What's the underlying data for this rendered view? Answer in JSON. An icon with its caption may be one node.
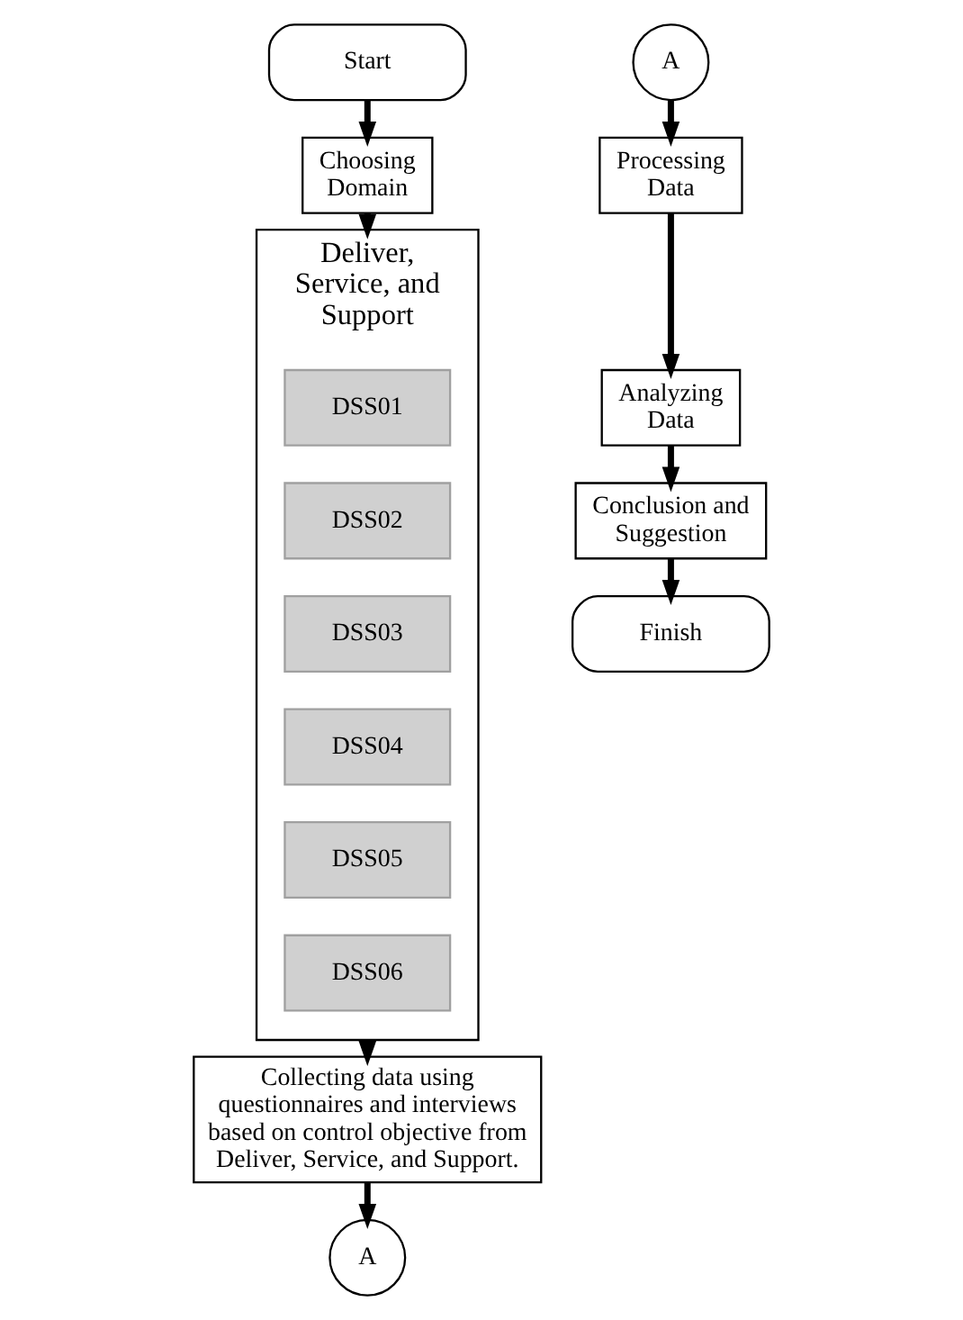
{
  "diagram": {
    "nodes": [
      {
        "text": [
          "Start"
        ]
      },
      {
        "text": [
          "Choosing Domain"
        ]
      },
      {
        "text": [
          "Deliver, Service, and Support"
        ]
      },
      {
        "text": [
          "DSS01"
        ],
        "in": 2
      },
      {
        "text": [
          "DSS02"
        ],
        "in": 2
      },
      {
        "text": [
          "DSS03"
        ],
        "in": 2
      },
      {
        "text": [
          "DSS04"
        ],
        "in": 2
      },
      {
        "text": [
          "DSS05"
        ],
        "in": 2
      },
      {
        "text": [
          "DSS06"
        ],
        "in": 2
      },
      {
        "text": [
          "Collecting data using questionnaires and interviews based on control objective from Deliver, Service, and Support."
        ]
      },
      {
        "text": [
          "A"
        ]
      },
      {
        "text": [
          "A"
        ]
      },
      {
        "text": [
          "Processing Data"
        ]
      },
      {
        "text": [
          "Analyzing Data"
        ]
      },
      {
        "text": [
          "Conclusion and Suggestion"
        ]
      },
      {
        "text": [
          "Finish"
        ]
      }
    ],
    "edges": [
      {
        "from": 0,
        "to": 1,
        "arrow": "to"
      },
      {
        "from": 1,
        "to": 2,
        "arrow": "to"
      },
      {
        "from": 2,
        "to": 9,
        "arrow": "to"
      },
      {
        "from": 9,
        "to": 10,
        "arrow": "to"
      },
      {
        "from": 11,
        "to": 12,
        "arrow": "to"
      },
      {
        "from": 12,
        "to": 13,
        "arrow": "to"
      },
      {
        "from": 13,
        "to": 14,
        "arrow": "to"
      },
      {
        "from": 14,
        "to": 15,
        "arrow": "to"
      }
    ]
  }
}
